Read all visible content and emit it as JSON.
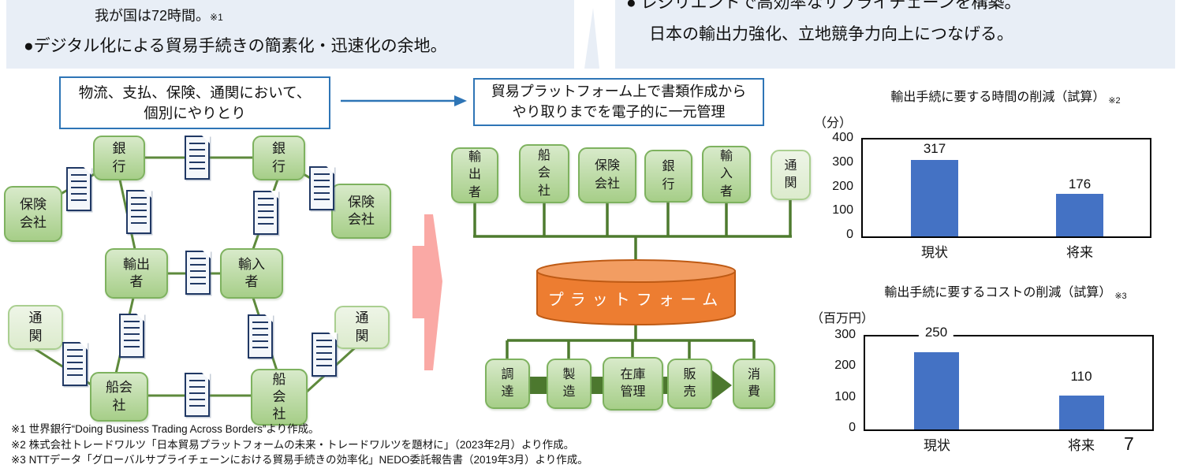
{
  "page": {
    "number": "7"
  },
  "header": {
    "left": {
      "carryover": "我が国は72時間。",
      "carryover_ref": "※1",
      "bullet_line": "●デジタル化による貿易手続きの簡素化・迅速化の余地。"
    },
    "right": {
      "line1": "● レジリエントで高効率なサプライチェーンを構築。",
      "line2": "日本の輸出力強化、立地競争力向上につなげる。"
    }
  },
  "before": {
    "caption": "物流、支払、保険、通関において、\n個別にやりとり",
    "nodes": [
      {
        "id": "bank-left",
        "label": "銀\n行"
      },
      {
        "id": "bank-right",
        "label": "銀\n行"
      },
      {
        "id": "insurance-left",
        "label": "保険\n会社"
      },
      {
        "id": "insurance-right",
        "label": "保険\n会社"
      },
      {
        "id": "exporter",
        "label": "輸出\n者"
      },
      {
        "id": "importer",
        "label": "輸入\n者"
      },
      {
        "id": "customs-left",
        "label": "通\n関"
      },
      {
        "id": "customs-right",
        "label": "通\n関"
      },
      {
        "id": "ship-left",
        "label": "船会\n社"
      },
      {
        "id": "ship-right",
        "label": "船\n会\n社"
      }
    ]
  },
  "after": {
    "caption": "貿易プラットフォーム上で書類作成から\nやり取りまでを電子的に一元管理",
    "top_nodes": [
      {
        "id": "exporter",
        "label": "輸\n出\n者"
      },
      {
        "id": "ship",
        "label": "船\n会\n社"
      },
      {
        "id": "insurance",
        "label": "保険\n会社"
      },
      {
        "id": "bank",
        "label": "銀\n行"
      },
      {
        "id": "importer",
        "label": "輸\n入\n者"
      },
      {
        "id": "customs",
        "label": "通\n関"
      }
    ],
    "platform_label": "プラットフォーム",
    "bottom_nodes": [
      {
        "id": "procurement",
        "label": "調\n達"
      },
      {
        "id": "manufacturing",
        "label": "製\n造"
      },
      {
        "id": "inventory",
        "label": "在庫\n管理"
      },
      {
        "id": "sales",
        "label": "販\n売"
      },
      {
        "id": "consumption",
        "label": "消\n費"
      }
    ]
  },
  "chart_data": [
    {
      "type": "bar",
      "title": "輸出手続に要する時間の削減（試算）",
      "ref": "※2",
      "unit": "（分）",
      "categories": [
        "現状",
        "将来"
      ],
      "values": [
        317,
        176
      ],
      "yticks": [
        400,
        300,
        200,
        100,
        0
      ],
      "ymax": 400,
      "ylim": [
        0,
        400
      ],
      "bar_color": "#4472C4",
      "grid": false,
      "legend": false
    },
    {
      "type": "bar",
      "title": "輸出手続に要するコストの削減（試算）",
      "ref": "※3",
      "unit": "（百万円）",
      "categories": [
        "現状",
        "将来"
      ],
      "values": [
        250,
        110
      ],
      "yticks": [
        300,
        200,
        100,
        0
      ],
      "ymax": 300,
      "ylim": [
        0,
        300
      ],
      "bar_color": "#4472C4",
      "grid": false,
      "legend": false
    }
  ],
  "footnotes": [
    "※1 世界銀行“Doing Business Trading Across Borders”より作成。",
    "※2 株式会社トレードワルツ「日本貿易プラットフォームの未来・トレードワルツを題材に」（2023年2月）より作成。",
    "※3 NTTデータ「グローバルサプライチェーンにおける貿易手続きの効率化」NEDO委託報告書（2019年3月）より作成。"
  ],
  "colors": {
    "panel_blue": "#E8EEF6",
    "caption_border_blue": "#2E75B6",
    "node_green_border": "#7EB25F",
    "connector_green": "#5E8A3C",
    "process_arrow_green": "#4C782E",
    "document_navy": "#203864",
    "platform_orange": "#ED7D31",
    "pink_arrow": "#FAA9A5",
    "bar_blue": "#4472C4"
  }
}
